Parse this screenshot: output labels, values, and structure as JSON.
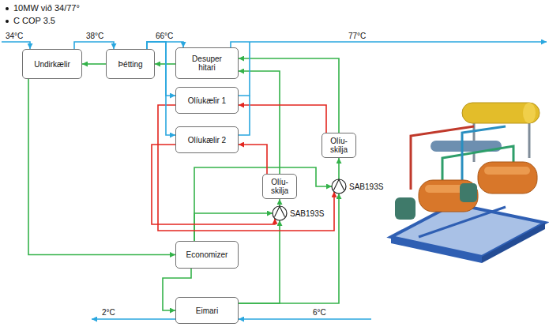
{
  "diagram": {
    "nodes": [
      {
        "text": [
          "Undirkælir"
        ]
      },
      {
        "text": [
          "Þétting"
        ]
      },
      {
        "text": [
          "Desuper hitari"
        ]
      },
      {
        "text": [
          "Olíukælir 1"
        ]
      },
      {
        "text": [
          "Olíukælir 2"
        ]
      },
      {
        "text": [
          "Olíu- skilja"
        ]
      },
      {
        "text": [
          "Olíu- skilja"
        ]
      },
      {
        "text": [
          "SAB193S"
        ]
      },
      {
        "text": [
          "SAB193S"
        ]
      },
      {
        "text": [
          "Economizer"
        ]
      },
      {
        "text": [
          "Eimari"
        ]
      }
    ],
    "edges": [
      {
        "from": 2,
        "to": 1,
        "arrow": "to"
      },
      {
        "from": 1,
        "to": 0,
        "arrow": "to"
      },
      {
        "from": 0,
        "to": 9,
        "arrow": "to"
      },
      {
        "from": 9,
        "to": 10,
        "arrow": "to"
      },
      {
        "from": 10,
        "to": 8,
        "arrow": "to"
      },
      {
        "from": 10,
        "to": 7,
        "arrow": "to"
      },
      {
        "from": 9,
        "to": 8,
        "arrow": "to"
      },
      {
        "from": 9,
        "to": 7,
        "arrow": "to"
      },
      {
        "from": 8,
        "to": 6,
        "arrow": "to"
      },
      {
        "from": 7,
        "to": 5,
        "arrow": "to"
      },
      {
        "from": 6,
        "to": 2,
        "arrow": "to"
      },
      {
        "from": 5,
        "to": 2,
        "arrow": "to"
      },
      {
        "from": 5,
        "to": 3,
        "arrow": "to"
      },
      {
        "from": 6,
        "to": 4,
        "arrow": "to"
      },
      {
        "from": 3,
        "to": 7,
        "arrow": "to"
      },
      {
        "from": 4,
        "to": 8,
        "arrow": "to"
      },
      {
        "from": 0,
        "to": 1,
        "arrow": "to"
      },
      {
        "from": 1,
        "to": 2,
        "arrow": "to"
      },
      {
        "from": 1,
        "to": 3,
        "arrow": "to"
      },
      {
        "from": 1,
        "to": 4,
        "arrow": "to"
      }
    ],
    "labels": [
      "10MW við 34/77°",
      "C COP 3.5",
      "34°C",
      "38°C",
      "66°C",
      "77°C",
      "2°C",
      "6°C"
    ]
  }
}
